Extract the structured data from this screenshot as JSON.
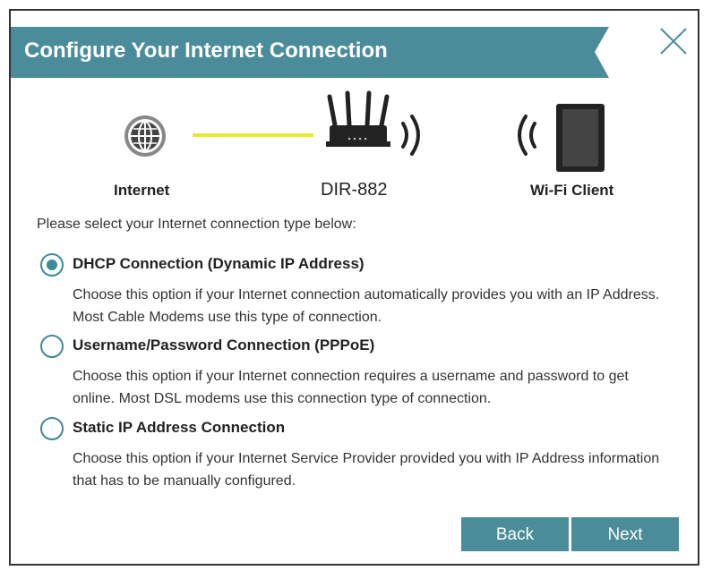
{
  "dialog": {
    "title": "Configure Your Internet Connection",
    "close_icon": "close-icon",
    "accent_color": "#4a8c99"
  },
  "diagram": {
    "internet_label": "Internet",
    "router_label": "DIR-882",
    "client_label": "Wi-Fi Client",
    "link_color": "#e8e830"
  },
  "intro_text": "Please select your Internet connection type below:",
  "options": [
    {
      "title": "DHCP Connection (Dynamic IP Address)",
      "description": "Choose this option if your Internet connection automatically provides you with an IP Address. Most Cable Modems use this type of connection.",
      "selected": true
    },
    {
      "title": "Username/Password Connection (PPPoE)",
      "description": "Choose this option if your Internet connection requires a username and password to get online. Most DSL modems use this connection type of connection.",
      "selected": false
    },
    {
      "title": "Static IP Address Connection",
      "description": "Choose this option if your Internet Service Provider provided you with IP Address information that has to be manually configured.",
      "selected": false
    }
  ],
  "buttons": {
    "back_label": "Back",
    "next_label": "Next"
  }
}
